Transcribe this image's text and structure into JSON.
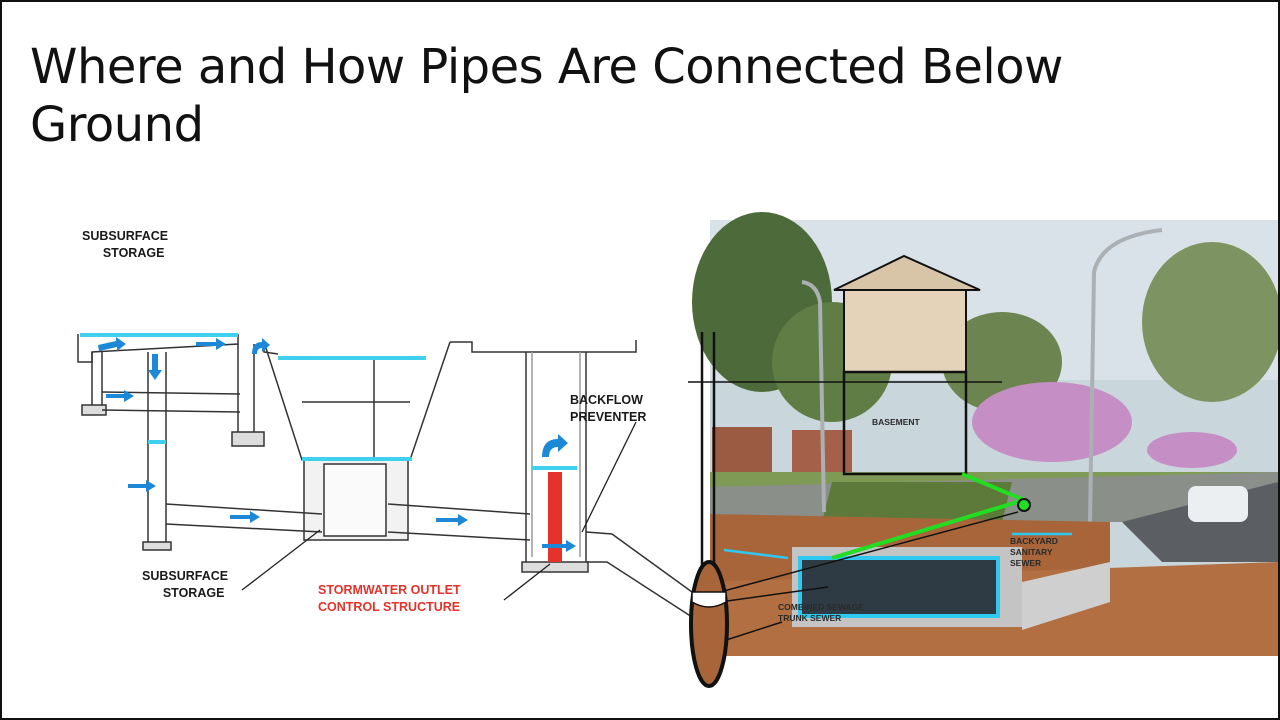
{
  "slide": {
    "title": "Where and How Pipes Are Connected Below Ground"
  },
  "left_diagram": {
    "labels": {
      "subsurface_storage_top": "SUBSURFACE\n      STORAGE",
      "subsurface_storage_bottom": "SUBSURFACE\n      STORAGE",
      "outlet_control": "STORMWATER OUTLET\nCONTROL STRUCTURE",
      "backflow_preventer": "BACKFLOW\nPREVENTER"
    },
    "colors": {
      "water_line": "#3fd0f0",
      "flow_arrow": "#1e88d8",
      "outlet_pipe": "#e5322b"
    }
  },
  "right_illustration": {
    "labels": {
      "basement": "BASEMENT",
      "backyard_sewer": "BACKYARD\nSANITARY\nSEWER",
      "trunk_sewer": "COMBINED SEWAGE\nTRUNK SEWER"
    },
    "colors": {
      "lateral_pipe": "#22dd22",
      "trunk_outline": "#2fc8f0",
      "soil": "#a8653a"
    }
  }
}
